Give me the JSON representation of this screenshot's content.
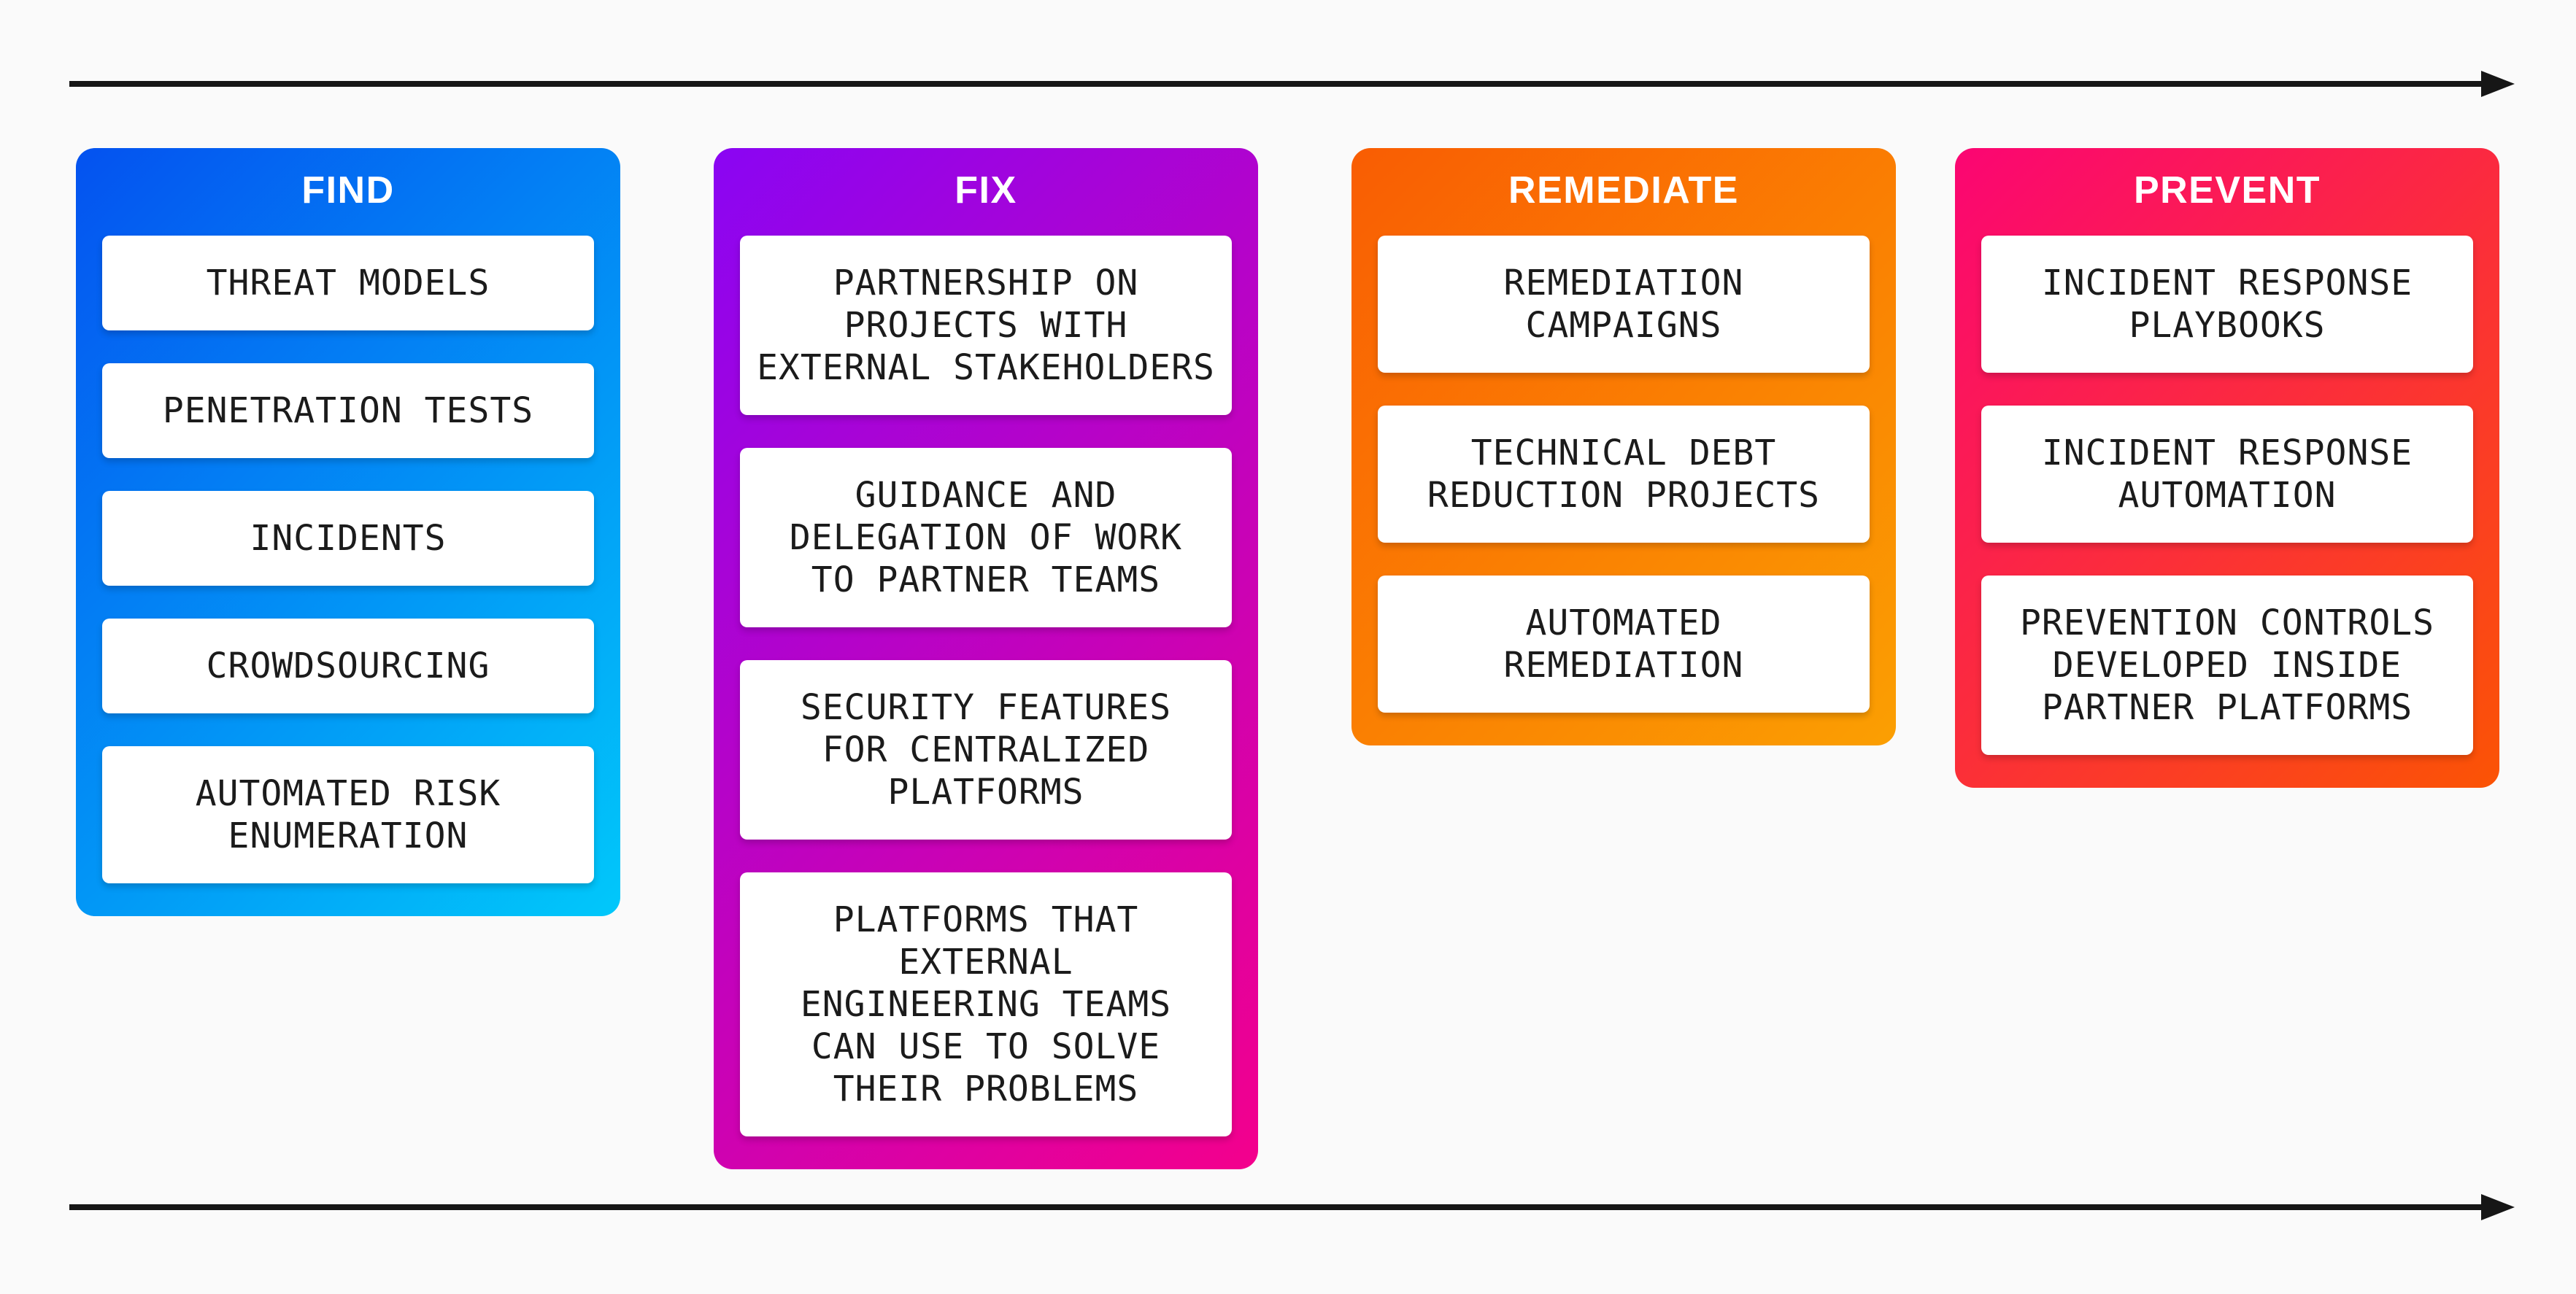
{
  "page": {
    "background": "#FAFAFA",
    "arrow_color": "#161616"
  },
  "columns": [
    {
      "id": "find",
      "title": "FIND",
      "gradient_from": "#0452F0",
      "gradient_to": "#01C8FA",
      "cards": [
        "THREAT MODELS",
        "PENETRATION TESTS",
        "INCIDENTS",
        "CROWDSOURCING",
        "AUTOMATED RISK\nENUMERATION"
      ]
    },
    {
      "id": "fix",
      "title": "FIX",
      "gradient_from": "#8A05F3",
      "gradient_to": "#F4008C",
      "cards": [
        "PARTNERSHIP ON\nPROJECTS WITH\nEXTERNAL STAKEHOLDERS",
        "GUIDANCE AND\nDELEGATION OF WORK\nTO PARTNER TEAMS",
        "SECURITY FEATURES\nFOR CENTRALIZED\nPLATFORMS",
        "PLATFORMS THAT\nEXTERNAL\nENGINEERING TEAMS\nCAN USE TO SOLVE\nTHEIR PROBLEMS"
      ]
    },
    {
      "id": "remediate",
      "title": "REMEDIATE",
      "gradient_from": "#F95D03",
      "gradient_to": "#FB9F02",
      "cards": [
        "REMEDIATION\nCAMPAIGNS",
        "TECHNICAL DEBT\nREDUCTION PROJECTS",
        "AUTOMATED\nREMEDIATION"
      ]
    },
    {
      "id": "prevent",
      "title": "PREVENT",
      "gradient_from": "#FB0573",
      "gradient_to": "#FB5404",
      "cards": [
        "INCIDENT RESPONSE\nPLAYBOOKS",
        "INCIDENT RESPONSE\nAUTOMATION",
        "PREVENTION CONTROLS\nDEVELOPED INSIDE\nPARTNER PLATFORMS"
      ]
    }
  ]
}
